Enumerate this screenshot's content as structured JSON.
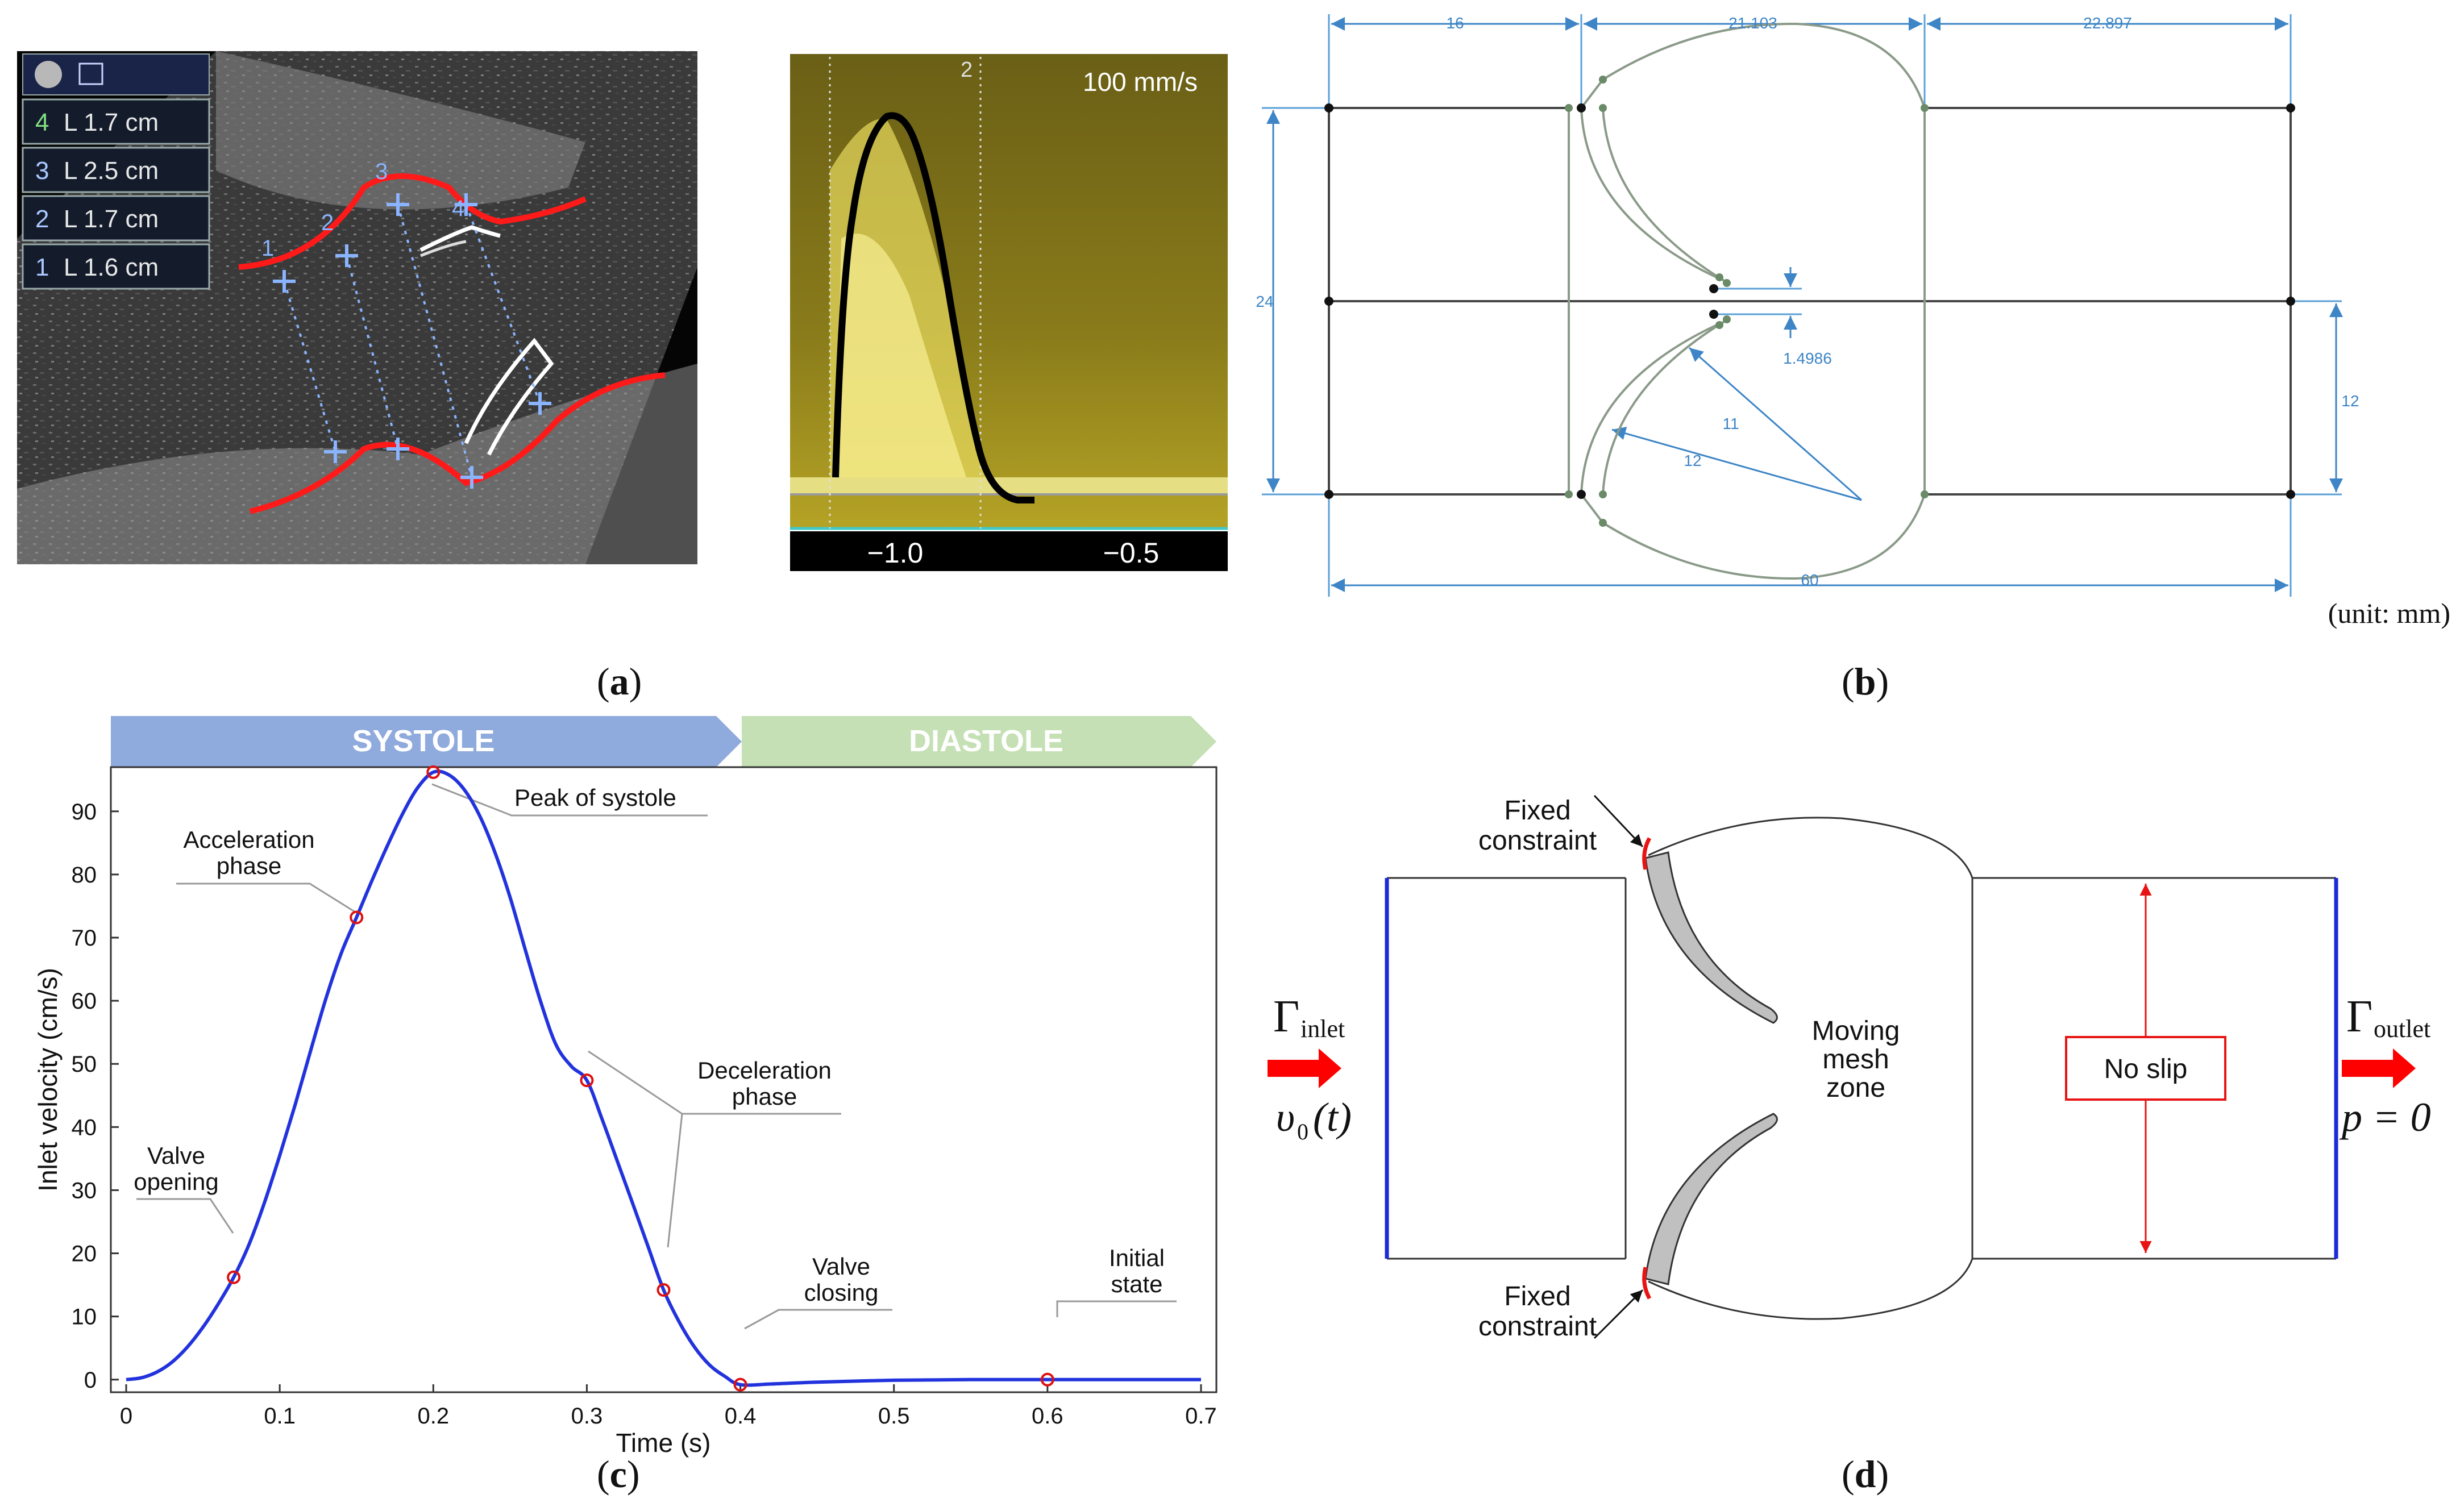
{
  "panel_a": {
    "caption": "a",
    "us_measurements": [
      {
        "num": "4",
        "text": "L 1.7 cm",
        "num_color": "#7fe07f"
      },
      {
        "num": "3",
        "text": "L 2.5 cm",
        "num_color": "#a9c8ff"
      },
      {
        "num": "2",
        "text": "L 1.7 cm",
        "num_color": "#a9c8ff"
      },
      {
        "num": "1",
        "text": "L 1.6 cm",
        "num_color": "#a9c8ff"
      }
    ],
    "us_markers": [
      "1",
      "2",
      "3",
      "4"
    ],
    "doppler_speed": "100 mm/s",
    "doppler_ticks": [
      "−1.0",
      "−0.5"
    ],
    "doppler_marker": "2"
  },
  "panel_b": {
    "caption": "b",
    "dims": {
      "d16": "16",
      "d21": "21.103",
      "d22": "22.897",
      "d24": "24",
      "d14986": "1.4986",
      "d11": "11",
      "d12r": "12",
      "d12right": "12",
      "d60": "60"
    },
    "unit_note": "(unit: mm)"
  },
  "panel_c": {
    "caption": "c",
    "phase_systole": "SYSTOLE",
    "phase_diastole": "DIASTOLE",
    "annotations": {
      "peak": "Peak of systole",
      "accel_1": "Acceleration",
      "accel_2": "phase",
      "decel_1": "Deceleration",
      "decel_2": "phase",
      "vopen_1": "Valve",
      "vopen_2": "opening",
      "vclose_1": "Valve",
      "vclose_2": "closing",
      "init_1": "Initial",
      "init_2": "state"
    },
    "colors": {
      "curve": "#2233dd",
      "points": "#dd1111",
      "systole": "#8faadc",
      "diastole": "#c5e0b4"
    }
  },
  "chart_data": {
    "type": "line",
    "title": "",
    "xlabel": "Time (s)",
    "ylabel": "Inlet velocity (cm/s)",
    "xlim": [
      -0.01,
      0.71
    ],
    "ylim": [
      -2,
      97
    ],
    "xticks": [
      0,
      0.1,
      0.2,
      0.3,
      0.4,
      0.5,
      0.6,
      0.7
    ],
    "xtick_labels": [
      "0",
      "0.1",
      "0.2",
      "0.3",
      "0.4",
      "0.5",
      "0.6",
      "0.7"
    ],
    "yticks": [
      0,
      10,
      20,
      30,
      40,
      50,
      60,
      70,
      80,
      90
    ],
    "ytick_labels": [
      "0",
      "10",
      "20",
      "30",
      "40",
      "50",
      "60",
      "70",
      "80",
      "90"
    ],
    "series": [
      {
        "x": [
          0,
          0.01,
          0.02,
          0.03,
          0.04,
          0.05,
          0.06,
          0.07,
          0.08,
          0.09,
          0.1,
          0.11,
          0.12,
          0.13,
          0.14,
          0.15,
          0.16,
          0.17,
          0.18,
          0.19,
          0.2,
          0.21,
          0.22,
          0.23,
          0.24,
          0.25,
          0.26,
          0.27,
          0.28,
          0.29,
          0.3,
          0.31,
          0.32,
          0.33,
          0.34,
          0.35,
          0.36,
          0.37,
          0.38,
          0.39,
          0.4,
          0.42,
          0.45,
          0.5,
          0.55,
          0.6,
          0.65,
          0.7
        ],
        "y": [
          0,
          0.3,
          1.2,
          2.8,
          5.2,
          8.3,
          12,
          16.2,
          21.4,
          28,
          35.5,
          43.5,
          52,
          60.3,
          67.5,
          73.2,
          79,
          84.5,
          89.6,
          93.8,
          96.2,
          95.8,
          93.5,
          89.4,
          83.6,
          76.4,
          68,
          59.8,
          53,
          49.6,
          47.4,
          41.2,
          34.5,
          27.8,
          21,
          14.2,
          9.2,
          5.2,
          2.3,
          0.5,
          -0.8,
          -0.7,
          -0.4,
          -0.1,
          0,
          0,
          0,
          0
        ]
      }
    ],
    "markers": [
      {
        "x": 0.07,
        "y": 16.2
      },
      {
        "x": 0.15,
        "y": 73.2
      },
      {
        "x": 0.2,
        "y": 96.2
      },
      {
        "x": 0.3,
        "y": 47.4
      },
      {
        "x": 0.35,
        "y": 14.2
      },
      {
        "x": 0.4,
        "y": -0.8
      },
      {
        "x": 0.6,
        "y": 0
      }
    ],
    "grid": false
  },
  "panel_d": {
    "caption": "d",
    "fixed_top_1": "Fixed",
    "fixed_top_2": "constraint",
    "fixed_bot_1": "Fixed",
    "fixed_bot_2": "constraint",
    "moving_1": "Moving",
    "moving_2": "mesh",
    "moving_3": "zone",
    "no_slip": "No slip",
    "gamma": "Γ",
    "inlet_sub": "inlet",
    "outlet_sub": "outlet",
    "inlet_v": "υ",
    "inlet_v_sub": "0",
    "inlet_t": "(t)",
    "outlet_p": "p = 0"
  }
}
